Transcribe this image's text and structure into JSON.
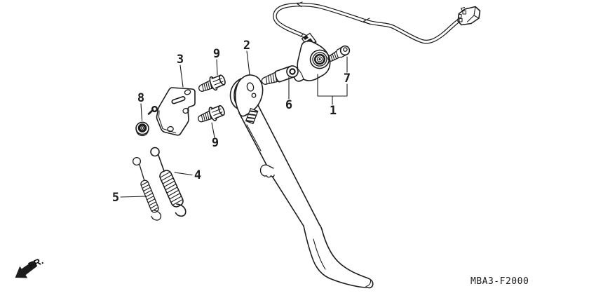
{
  "diagram": {
    "code": "MBA3-F2000",
    "direction_label": "FR.",
    "colors": {
      "background": "#ffffff",
      "line": "#1c1c1c"
    }
  },
  "callouts": [
    {
      "label": "1"
    },
    {
      "label": "2"
    },
    {
      "label": "3"
    },
    {
      "label": "4"
    },
    {
      "label": "5"
    },
    {
      "label": "6"
    },
    {
      "label": "7"
    },
    {
      "label": "8"
    },
    {
      "label": "9"
    },
    {
      "label": "9"
    }
  ]
}
